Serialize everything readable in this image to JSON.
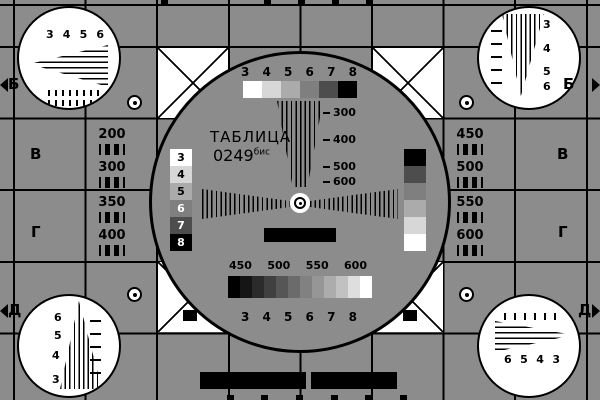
{
  "colors": {
    "background": "#8c8c8c",
    "grid_line": "#000000",
    "patch_white": "#ffffff",
    "patch_black": "#000000"
  },
  "rows": {
    "letters": [
      "Б",
      "В",
      "Г",
      "Д"
    ]
  },
  "center": {
    "title": "ТАБЛИЦА",
    "code": "0249",
    "code_suffix": "бис",
    "top_step_labels": [
      "3",
      "4",
      "5",
      "6",
      "7",
      "8"
    ],
    "bottom_step_labels": [
      "3",
      "4",
      "5",
      "6",
      "7",
      "8"
    ],
    "vertical_wedge_labels": [
      "300",
      "400",
      "500",
      "600"
    ],
    "bottom_wedge_labels": [
      "450",
      "500",
      "550",
      "600"
    ],
    "left_scale_labels": [
      "3",
      "4",
      "5",
      "6",
      "7",
      "8"
    ],
    "grayscale_steps_ltr": [
      "#ffffff",
      "#d7d7d7",
      "#ababab",
      "#7f7f7f",
      "#4d4d4d",
      "#000000"
    ],
    "grayscale_steps_right": [
      "#000000",
      "#4d4d4d",
      "#7f7f7f",
      "#ababab",
      "#d7d7d7",
      "#ffffff"
    ],
    "bottom_strip_steps": [
      "#000000",
      "#151515",
      "#2b2b2b",
      "#404040",
      "#565656",
      "#6b6b6b",
      "#818181",
      "#969696",
      "#acacac",
      "#c1c1c1",
      "#dedede",
      "#ffffff"
    ]
  },
  "left_column": {
    "bursts": [
      {
        "label": "200"
      },
      {
        "label": "300"
      },
      {
        "label": "350"
      },
      {
        "label": "400"
      }
    ]
  },
  "right_column": {
    "bursts": [
      {
        "label": "450"
      },
      {
        "label": "500"
      },
      {
        "label": "550"
      },
      {
        "label": "600"
      }
    ]
  },
  "corners": {
    "top_left_labels": [
      "3",
      "4",
      "5",
      "6"
    ],
    "top_right_labels": [
      "3",
      "4",
      "5",
      "6"
    ],
    "bottom_left_labels": [
      "6",
      "5",
      "4",
      "3"
    ],
    "bottom_right_labels": [
      "6",
      "5",
      "4",
      "3"
    ]
  }
}
